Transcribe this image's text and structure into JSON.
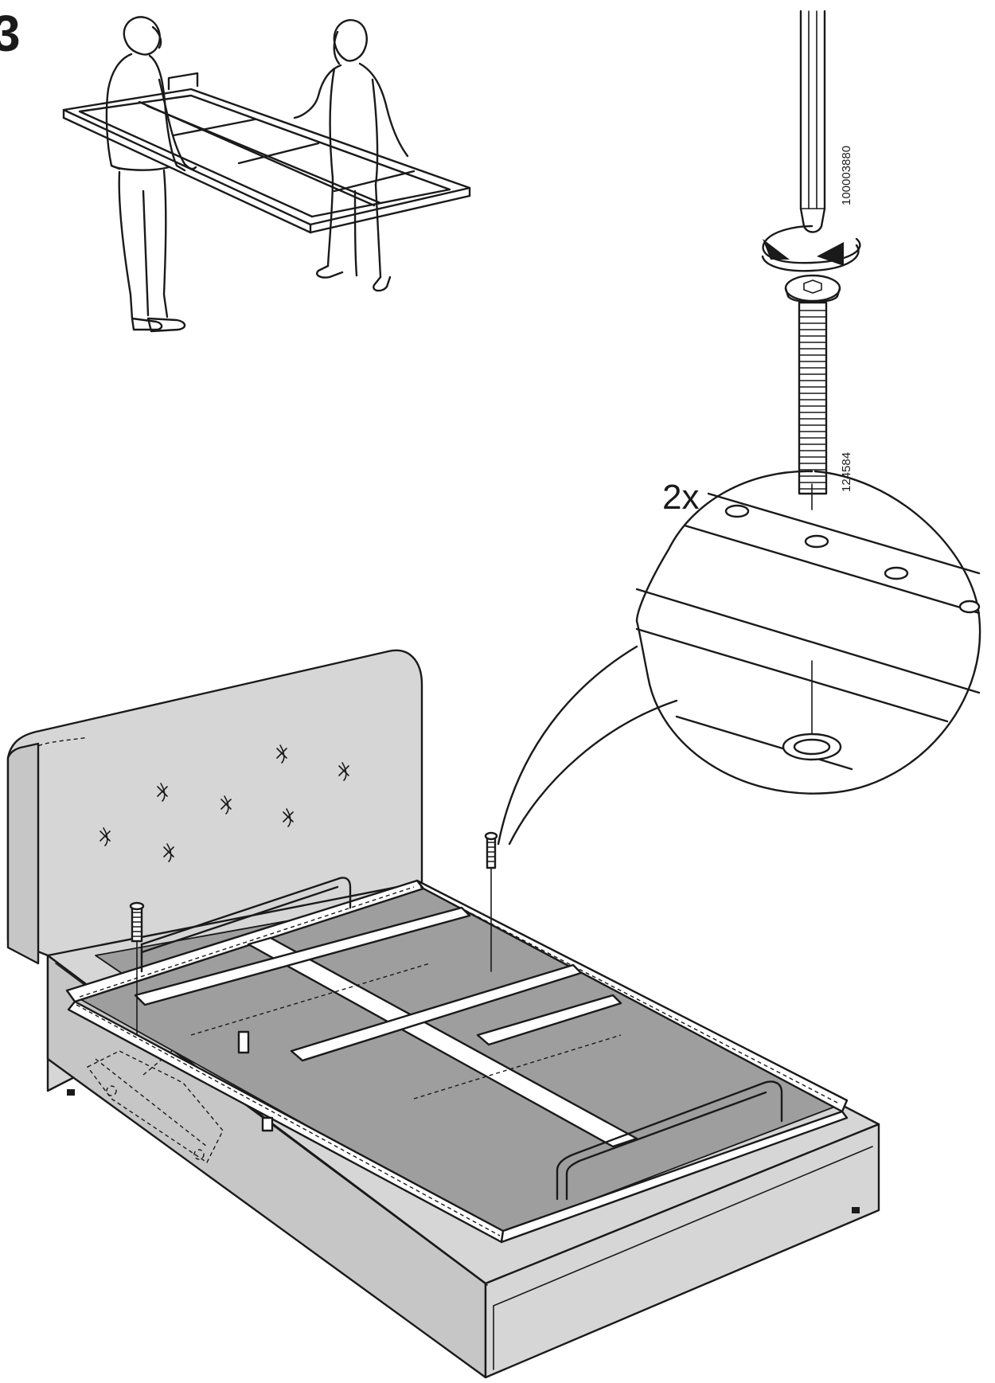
{
  "step": {
    "number": "3"
  },
  "quantity": {
    "label": "2x"
  },
  "parts": {
    "tool_id": "100003880",
    "screw_id": "124584"
  },
  "colors": {
    "line": "#1a1a1a",
    "upholstery": "#d6d6d6",
    "platform": "#9e9e9e",
    "background": "#ffffff"
  },
  "icons": {
    "rotation": "clockwise-rotation-arrow-icon",
    "tool": "hex-key-icon",
    "screw": "bolt-icon"
  }
}
